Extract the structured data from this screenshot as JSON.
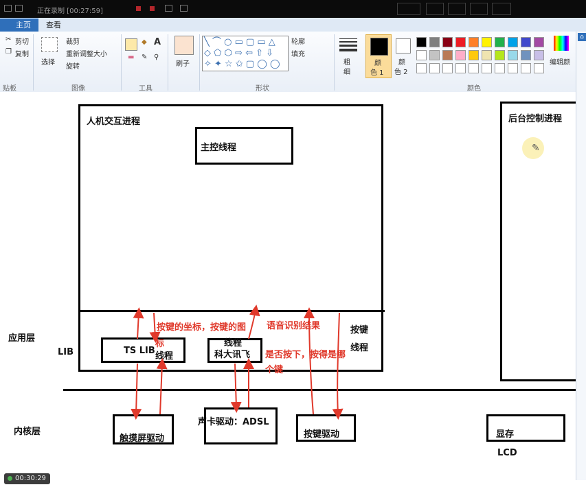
{
  "titlebar": {
    "recording_text": "正在录制 [00:27:59]"
  },
  "tabs": [
    {
      "label": "主页",
      "active": true
    },
    {
      "label": "查看",
      "active": false
    }
  ],
  "ribbon": {
    "clipboard": {
      "cut": "剪切",
      "copy": "复制",
      "group": "贴板"
    },
    "image": {
      "select": "选择",
      "crop": "裁剪",
      "resize": "重新调整大小",
      "rotate": "旋转",
      "group": "图像"
    },
    "tools": {
      "group": "工具"
    },
    "brushes": {
      "label": "刷子"
    },
    "shapes": {
      "outline": "轮廓",
      "fill": "填充",
      "group": "形状"
    },
    "size": {
      "label1": "粗",
      "label2": "细"
    },
    "color1": {
      "label1": "颜",
      "label2": "色 1"
    },
    "color2": {
      "label1": "颜",
      "label2": "色 2"
    },
    "colors": {
      "group": "颜色",
      "edit": "编辑颜",
      "row1": [
        "#000000",
        "#7f7f7f",
        "#880015",
        "#ed1c24",
        "#ff7f27",
        "#fff200",
        "#22b14c",
        "#00a2e8",
        "#3f48cc",
        "#a349a4"
      ],
      "row2": [
        "#ffffff",
        "#c3c3c3",
        "#b97a57",
        "#ffaec9",
        "#ffc90e",
        "#efe4b0",
        "#b5e61d",
        "#99d9ea",
        "#7092be",
        "#c8bfe7"
      ]
    }
  },
  "diagram": {
    "hmi_process": "人机交互进程",
    "main_thread": "主控线程",
    "backend_process": "后台控制进程",
    "app_layer": "应用层",
    "lib": "LIB",
    "ts_lib": "TS  LIB",
    "thread_ts_line1": "标",
    "thread_ts_line2": "线程",
    "thread_voice": "线程",
    "iflytek": "科大讯飞",
    "key_thread_line1": "按键",
    "key_thread_line2": "线程",
    "kernel_layer": "内核层",
    "touch_driver": "触摸屏驱动",
    "sound_driver": "声卡驱动：ADSL",
    "key_driver": "按键驱动",
    "framebuffer": "显存",
    "lcd": "LCD"
  },
  "annotations": {
    "coords": "按键的坐标，按键的图",
    "voice_result": "语音识别结果",
    "pressed_line1": "是否按下，按得是哪",
    "pressed_line2": "个键"
  },
  "status": {
    "elapsed": "00:30:29"
  },
  "accent": "#2f6fba",
  "annotation_color": "#e0392b"
}
